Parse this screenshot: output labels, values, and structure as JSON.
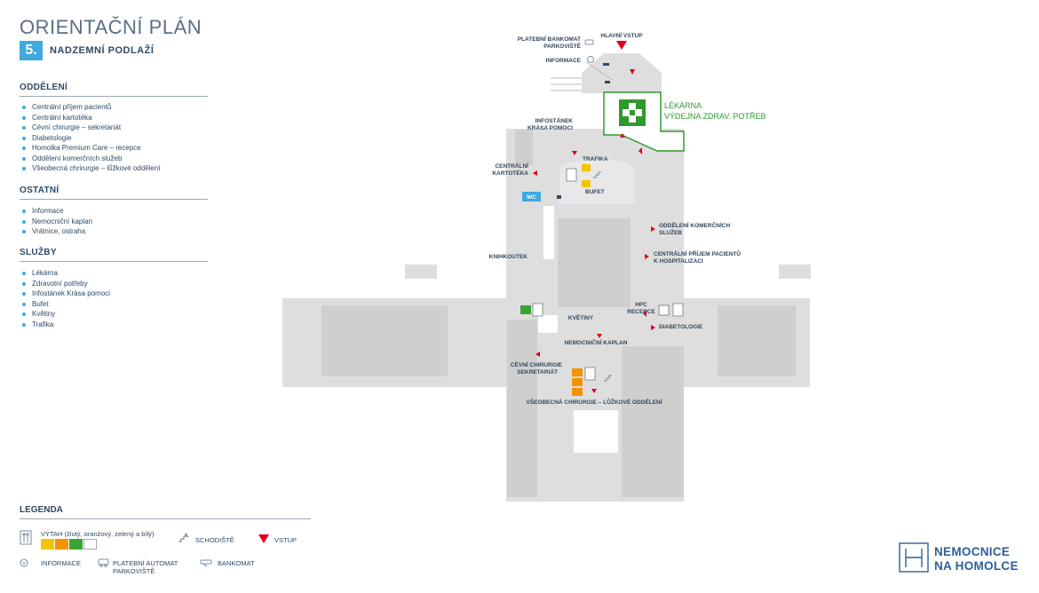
{
  "header": {
    "title": "ORIENTAČNÍ PLÁN",
    "floor_number": "5.",
    "floor_label": "NADZEMNÍ PODLAŽÍ"
  },
  "sections": {
    "oddeleni": {
      "heading": "ODDĚLENÍ",
      "items": [
        "Centrální příjem pacientů",
        "Centrální kartotéka",
        "Cévní chirurgie – sekretariát",
        "Diabetologie",
        "Homolka Premium Care – recepce",
        "Oddělení komerčních služeb",
        "Všeobecná chrirurgie – lůžkové oddělení"
      ]
    },
    "ostatni": {
      "heading": "OSTATNÍ",
      "items": [
        "Informace",
        "Nemocniční kaplan",
        "Vrátnice, ostraha"
      ]
    },
    "sluzby": {
      "heading": "SLUŽBY",
      "items": [
        "Lékárna",
        "Zdravotní potřeby",
        "Infostánek Krása pomoci",
        "Bufet",
        "Květiny",
        "Trafika"
      ]
    }
  },
  "legend": {
    "heading": "LEGENDA",
    "elevator": "VÝTAH (žlutý, oranžový, zelený a bílý)",
    "stairs": "SCHODIŠTĚ",
    "entrance": "VSTUP",
    "info": "INFORMACE",
    "parking_line1": "PLATEBNÍ AUTOMAT",
    "parking_line2": "PARKOVIŠTĚ",
    "atm": "BANKOMAT",
    "elevator_colors": [
      "#f2c500",
      "#f39200",
      "#3aa335",
      "#ffffff"
    ]
  },
  "map_labels": {
    "main_entrance": "HLAVNÍ VSTUP",
    "atm_parking_1": "PLATEBNÍ BANKOMAT",
    "atm_parking_2": "PARKOVIŠTĚ",
    "informace": "INFORMACE",
    "infostanek_1": "INFOSTÁNEK",
    "infostanek_2": "KRÁSA POMOCI",
    "pharmacy_1": "LÉKÁRNA",
    "pharmacy_2": "VÝDEJNA ZDRAV. POTŘEB",
    "trafika": "TRAFIKA",
    "kartoteka_1": "CENTRÁLNÍ",
    "kartoteka_2": "KARTOTÉKA",
    "bufet": "BUFET",
    "wc": "WC",
    "komercni_1": "ODDĚLENÍ KOMERČNÍCH",
    "komercni_2": "SLUŽEB",
    "prijem_1": "CENTRÁLNÍ PŘÍJEM PACIENTŮ",
    "prijem_2": "K HOSPITALIZACI",
    "knihkoutek": "KNIHKOUTEK",
    "kvetiny": "KVĚTINY",
    "hpc_1": "HPC",
    "hpc_2": "RECEPCE",
    "diabetologie": "DIABETOLOGIE",
    "kaplan": "NEMOCNIČNÍ KAPLAN",
    "cevni_1": "CÉVNÍ CHIRURGIE",
    "cevni_2": "SEKRETARIÁT",
    "vseobecna": "VŠEOBECNÁ CHIRURGIE – LŮŽKOVÉ ODDĚLENÍ"
  },
  "logo": {
    "line1": "NEMOCNICE",
    "line2": "NA HOMOLCE"
  },
  "colors": {
    "accent": "#3fa9e0",
    "building": "#dedede",
    "pharmacy": "#2e9a2e",
    "entrance": "#e2001a",
    "brand": "#2d5f9a"
  },
  "icons": [
    "info-icon",
    "parking-payment-icon",
    "atm-icon",
    "elevator-icon",
    "stairs-icon",
    "entrance-arrow-icon",
    "pharmacy-cross-icon",
    "hospital-logo-icon"
  ]
}
